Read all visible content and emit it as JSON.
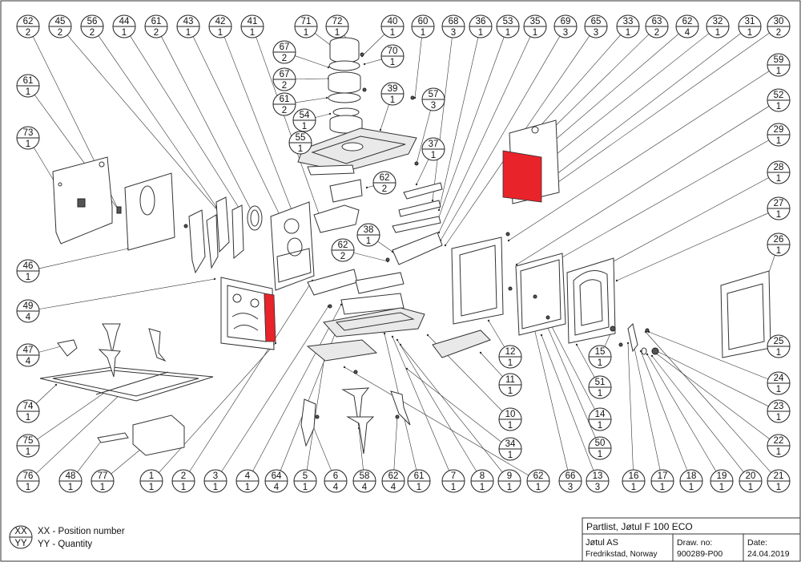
{
  "title_block": {
    "title": "Partlist, Jøtul F 100 ECO",
    "company": "Jøtul AS",
    "location": "Fredrikstad, Norway",
    "drawing_no_label": "Draw. no:",
    "drawing_no": "900289-P00",
    "date_label": "Date:",
    "date": "24.04.2019"
  },
  "legend": {
    "top_symbol": "XX",
    "bottom_symbol": "YY",
    "top_text": "XX - Position number",
    "bottom_text": "YY - Quantity"
  },
  "highlight_color": "#e8232a",
  "callouts": [
    {
      "pos": "62",
      "qty": "2"
    },
    {
      "pos": "45",
      "qty": "2"
    },
    {
      "pos": "56",
      "qty": "2"
    },
    {
      "pos": "44",
      "qty": "1"
    },
    {
      "pos": "61",
      "qty": "2"
    },
    {
      "pos": "43",
      "qty": "1"
    },
    {
      "pos": "42",
      "qty": "1"
    },
    {
      "pos": "41",
      "qty": "1"
    },
    {
      "pos": "71",
      "qty": "1"
    },
    {
      "pos": "72",
      "qty": "1"
    },
    {
      "pos": "67",
      "qty": "2"
    },
    {
      "pos": "70",
      "qty": "1"
    },
    {
      "pos": "67",
      "qty": "2"
    },
    {
      "pos": "61",
      "qty": "2"
    },
    {
      "pos": "54",
      "qty": "1"
    },
    {
      "pos": "40",
      "qty": "1"
    },
    {
      "pos": "39",
      "qty": "1"
    },
    {
      "pos": "60",
      "qty": "1"
    },
    {
      "pos": "68",
      "qty": "3"
    },
    {
      "pos": "36",
      "qty": "1"
    },
    {
      "pos": "53",
      "qty": "1"
    },
    {
      "pos": "35",
      "qty": "1"
    },
    {
      "pos": "69",
      "qty": "3"
    },
    {
      "pos": "65",
      "qty": "3"
    },
    {
      "pos": "33",
      "qty": "1"
    },
    {
      "pos": "63",
      "qty": "2"
    },
    {
      "pos": "62",
      "qty": "4"
    },
    {
      "pos": "32",
      "qty": "1"
    },
    {
      "pos": "31",
      "qty": "1"
    },
    {
      "pos": "30",
      "qty": "2"
    },
    {
      "pos": "59",
      "qty": "1"
    },
    {
      "pos": "52",
      "qty": "1"
    },
    {
      "pos": "29",
      "qty": "1"
    },
    {
      "pos": "28",
      "qty": "1"
    },
    {
      "pos": "27",
      "qty": "1"
    },
    {
      "pos": "26",
      "qty": "1"
    },
    {
      "pos": "61",
      "qty": "1"
    },
    {
      "pos": "73",
      "qty": "1"
    },
    {
      "pos": "55",
      "qty": "1"
    },
    {
      "pos": "57",
      "qty": "3"
    },
    {
      "pos": "37",
      "qty": "1"
    },
    {
      "pos": "62",
      "qty": "2"
    },
    {
      "pos": "38",
      "qty": "1"
    },
    {
      "pos": "62",
      "qty": "2"
    },
    {
      "pos": "46",
      "qty": "1"
    },
    {
      "pos": "49",
      "qty": "4"
    },
    {
      "pos": "47",
      "qty": "4"
    },
    {
      "pos": "74",
      "qty": "1"
    },
    {
      "pos": "75",
      "qty": "1"
    },
    {
      "pos": "76",
      "qty": "1"
    },
    {
      "pos": "48",
      "qty": "1"
    },
    {
      "pos": "77",
      "qty": "1"
    },
    {
      "pos": "1",
      "qty": "1"
    },
    {
      "pos": "2",
      "qty": "1"
    },
    {
      "pos": "3",
      "qty": "1"
    },
    {
      "pos": "4",
      "qty": "1"
    },
    {
      "pos": "64",
      "qty": "4"
    },
    {
      "pos": "5",
      "qty": "1"
    },
    {
      "pos": "6",
      "qty": "4"
    },
    {
      "pos": "58",
      "qty": "4"
    },
    {
      "pos": "62",
      "qty": "4"
    },
    {
      "pos": "61",
      "qty": "1"
    },
    {
      "pos": "7",
      "qty": "1"
    },
    {
      "pos": "8",
      "qty": "1"
    },
    {
      "pos": "9",
      "qty": "1"
    },
    {
      "pos": "62",
      "qty": "1"
    },
    {
      "pos": "66",
      "qty": "3"
    },
    {
      "pos": "13",
      "qty": "3"
    },
    {
      "pos": "16",
      "qty": "1"
    },
    {
      "pos": "17",
      "qty": "1"
    },
    {
      "pos": "18",
      "qty": "1"
    },
    {
      "pos": "19",
      "qty": "1"
    },
    {
      "pos": "20",
      "qty": "1"
    },
    {
      "pos": "21",
      "qty": "1"
    },
    {
      "pos": "12",
      "qty": "1"
    },
    {
      "pos": "11",
      "qty": "1"
    },
    {
      "pos": "10",
      "qty": "1"
    },
    {
      "pos": "34",
      "qty": "1"
    },
    {
      "pos": "15",
      "qty": "1"
    },
    {
      "pos": "51",
      "qty": "1"
    },
    {
      "pos": "14",
      "qty": "1"
    },
    {
      "pos": "50",
      "qty": "1"
    },
    {
      "pos": "25",
      "qty": "1"
    },
    {
      "pos": "24",
      "qty": "1"
    },
    {
      "pos": "23",
      "qty": "1"
    },
    {
      "pos": "22",
      "qty": "1"
    }
  ]
}
